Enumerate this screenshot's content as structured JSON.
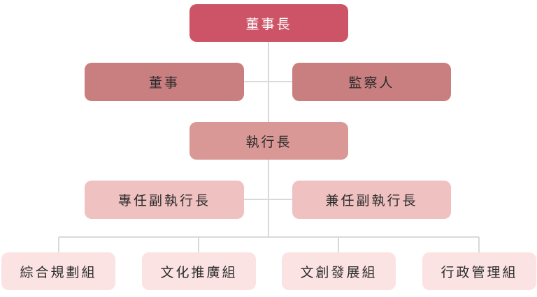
{
  "org_chart": {
    "chairman": "董事長",
    "directors": "董事",
    "supervisors": "監察人",
    "ceo": "執行長",
    "full_time_vice_ceo": "專任副執行長",
    "part_time_vice_ceo": "兼任副執行長",
    "groups": [
      "綜合規劃組",
      "文化推廣組",
      "文創發展組",
      "行政管理組"
    ]
  },
  "colors": {
    "level1": "#cd5467",
    "level2": "#c97e80",
    "level3": "#d99896",
    "level4": "#efc1c1",
    "level5": "#fbe2e3",
    "connector": "#d9d9d9"
  }
}
